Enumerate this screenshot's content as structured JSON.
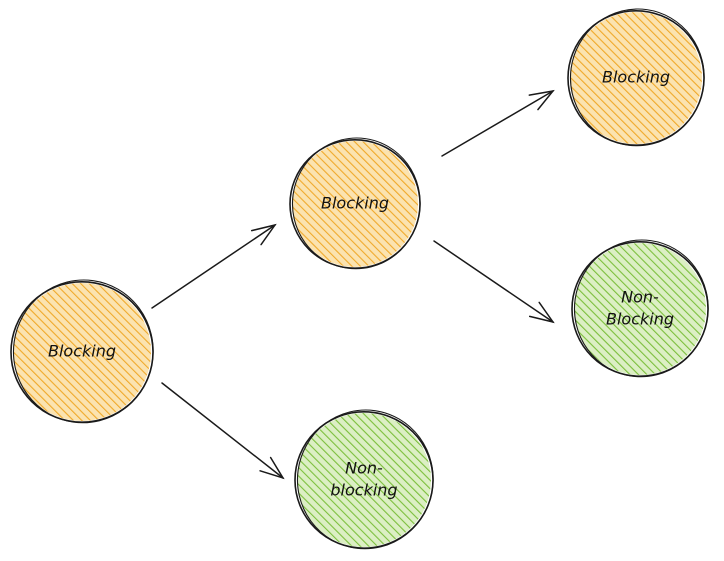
{
  "diagram": {
    "colors": {
      "blocking_fill": "#f4b942",
      "nonblocking_fill": "#8bc34a",
      "stroke": "#1a1a1a",
      "background": "#ffffff"
    },
    "nodes": [
      {
        "id": "root",
        "kind": "blocking",
        "lines": [
          "Blocking"
        ]
      },
      {
        "id": "mid",
        "kind": "blocking",
        "lines": [
          "Blocking"
        ]
      },
      {
        "id": "low",
        "kind": "nonblocking",
        "lines": [
          "Non-",
          "blocking"
        ]
      },
      {
        "id": "top",
        "kind": "blocking",
        "lines": [
          "Blocking"
        ]
      },
      {
        "id": "right",
        "kind": "nonblocking",
        "lines": [
          "Non-",
          "Blocking"
        ]
      }
    ],
    "edges": [
      {
        "from": "root",
        "to": "mid"
      },
      {
        "from": "root",
        "to": "low"
      },
      {
        "from": "mid",
        "to": "top"
      },
      {
        "from": "mid",
        "to": "right"
      }
    ]
  }
}
